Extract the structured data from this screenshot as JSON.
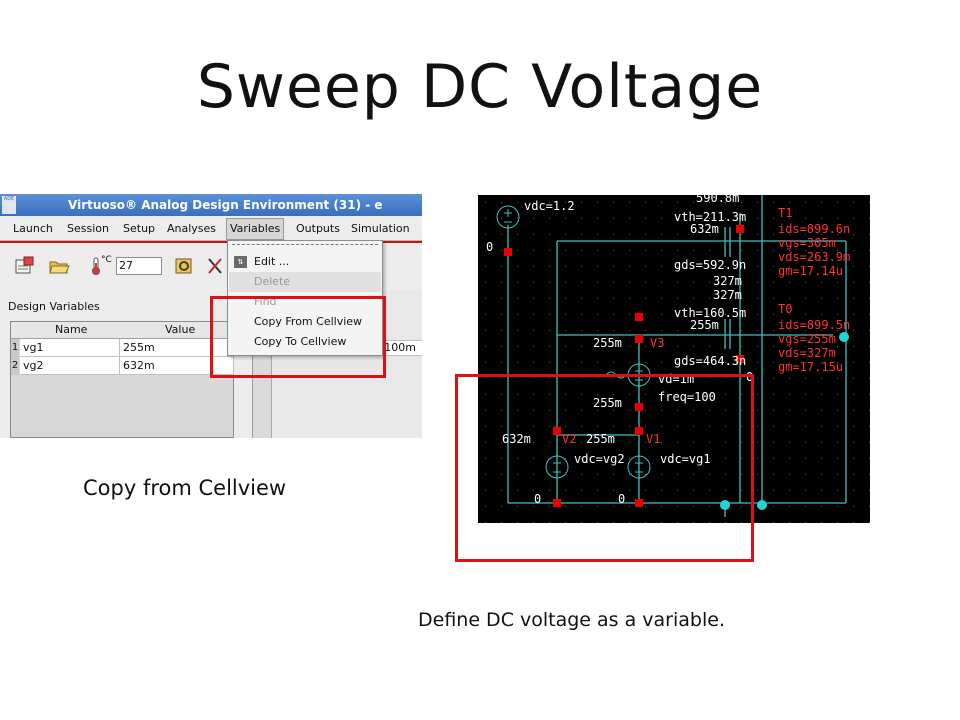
{
  "slide": {
    "title": "Sweep DC Voltage",
    "caption_left": "Copy from Cellview",
    "caption_right": "Define DC voltage as a variable."
  },
  "ade_window": {
    "title": "Virtuoso® Analog Design Environment (31) - e",
    "logo_text": "ADE",
    "menu": [
      "Launch",
      "Session",
      "Setup",
      "Analyses",
      "Variables",
      "Outputs",
      "Simulation"
    ],
    "active_menu": "Variables",
    "temperature_unit": "°C",
    "temperature": "27",
    "design_variables_label": "Design Variables",
    "table_headers": [
      "Name",
      "Value"
    ],
    "rows": [
      {
        "num": "1",
        "name": "vg1",
        "value": "255m"
      },
      {
        "num": "2",
        "name": "vg2",
        "value": "632m"
      }
    ],
    "right_panel_value": "100m",
    "dropdown_items": [
      {
        "label": "Edit ...",
        "disabled": false
      },
      {
        "label": "Delete",
        "disabled": true
      },
      {
        "label": "Find",
        "disabled": true
      },
      {
        "label": "Copy From Cellview",
        "disabled": false
      },
      {
        "label": "Copy To Cellview",
        "disabled": false
      }
    ]
  },
  "schematic": {
    "background": "#000000",
    "wire_color": "#3fbfbf",
    "text_color": "#ffffff",
    "label_color": "#ff3333",
    "pin_color": "#ee0000",
    "dot_color": "#22d4d4",
    "labels": {
      "vdc_top": "vdc=1.2",
      "zero_left": "0",
      "v_5908": "590.8m",
      "vth_t1": "vth=211.3m",
      "v_632_t1": "632m",
      "gds_t1": "gds=592.9n",
      "v_327a": "327m",
      "v_327b": "327m",
      "vth_t0": "vth=160.5m",
      "v_255_t0": "255m",
      "v_255_v3": "255m",
      "gds_t0": "gds=464.3n",
      "vd": "vd=1m",
      "freq": "freq=100",
      "zero_v3": "0",
      "v_255_mid": "255m",
      "v_632_v2": "632m",
      "v_255_v1": "255m",
      "vdc_vg2": "vdc=vg2",
      "vdc_vg1": "vdc=vg1",
      "zero_v2": "0",
      "zero_v1": "0"
    },
    "names": {
      "t1": "T1",
      "t0": "T0",
      "v3": "V3",
      "v2": "V2",
      "v1": "V1"
    },
    "t1_params": [
      "ids=899.6n",
      "vgs=305m",
      "vds=263.9m",
      "gm=17.14u"
    ],
    "t0_params": [
      "ids=899.5n",
      "vgs=255m",
      "vds=327m",
      "gm=17.15u"
    ]
  }
}
